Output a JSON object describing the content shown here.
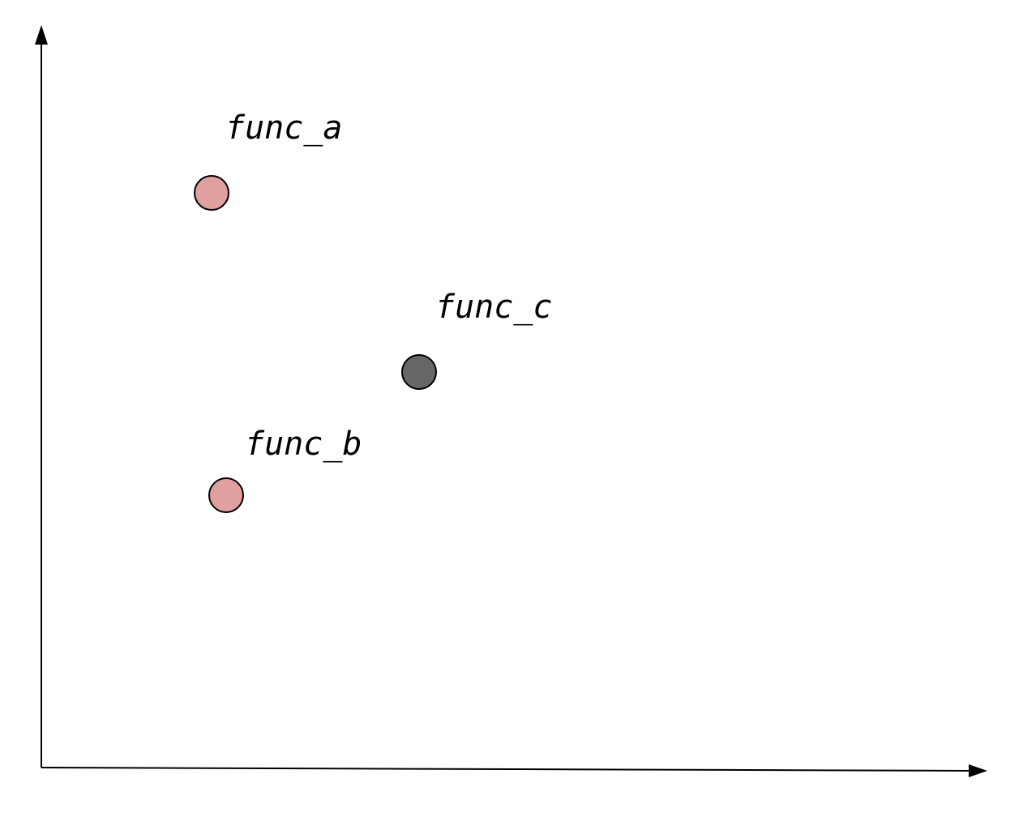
{
  "points": [
    {
      "label": "func_a",
      "color": "#e0a0a0"
    },
    {
      "label": "func_b",
      "color": "#e0a0a0"
    },
    {
      "label": "func_c",
      "color": "#666666"
    }
  ]
}
